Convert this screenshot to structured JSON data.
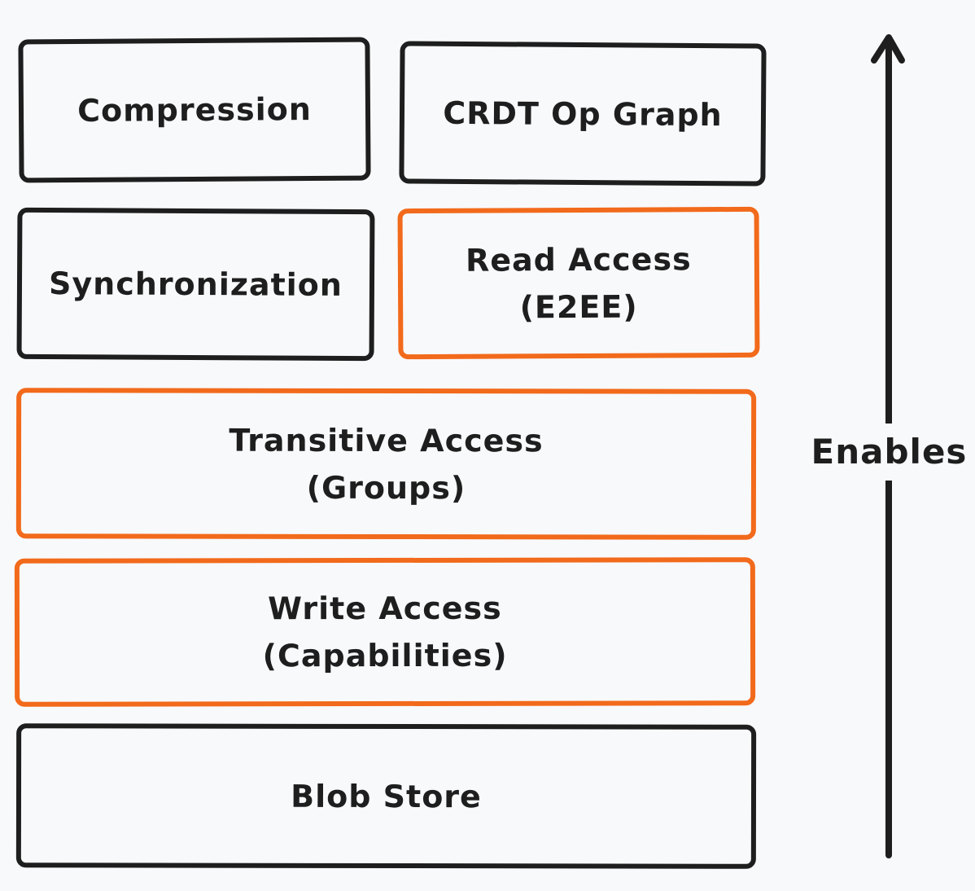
{
  "layers": {
    "compression": {
      "lines": [
        "Compression"
      ]
    },
    "crdt_op_graph": {
      "lines": [
        "CRDT Op Graph"
      ]
    },
    "synchronization": {
      "lines": [
        "Synchronization"
      ]
    },
    "read_access": {
      "lines": [
        "Read Access",
        "(E2EE)"
      ]
    },
    "transitive_access": {
      "lines": [
        "Transitive Access",
        "(Groups)"
      ]
    },
    "write_access": {
      "lines": [
        "Write Access",
        "(Capabilities)"
      ]
    },
    "blob_store": {
      "lines": [
        "Blob Store"
      ]
    }
  },
  "arrow": {
    "label": "Enables",
    "direction": "up"
  },
  "colors": {
    "background": "#f8f9fb",
    "stroke": "#1e1e1e",
    "highlight_stroke": "#f26a1b"
  }
}
